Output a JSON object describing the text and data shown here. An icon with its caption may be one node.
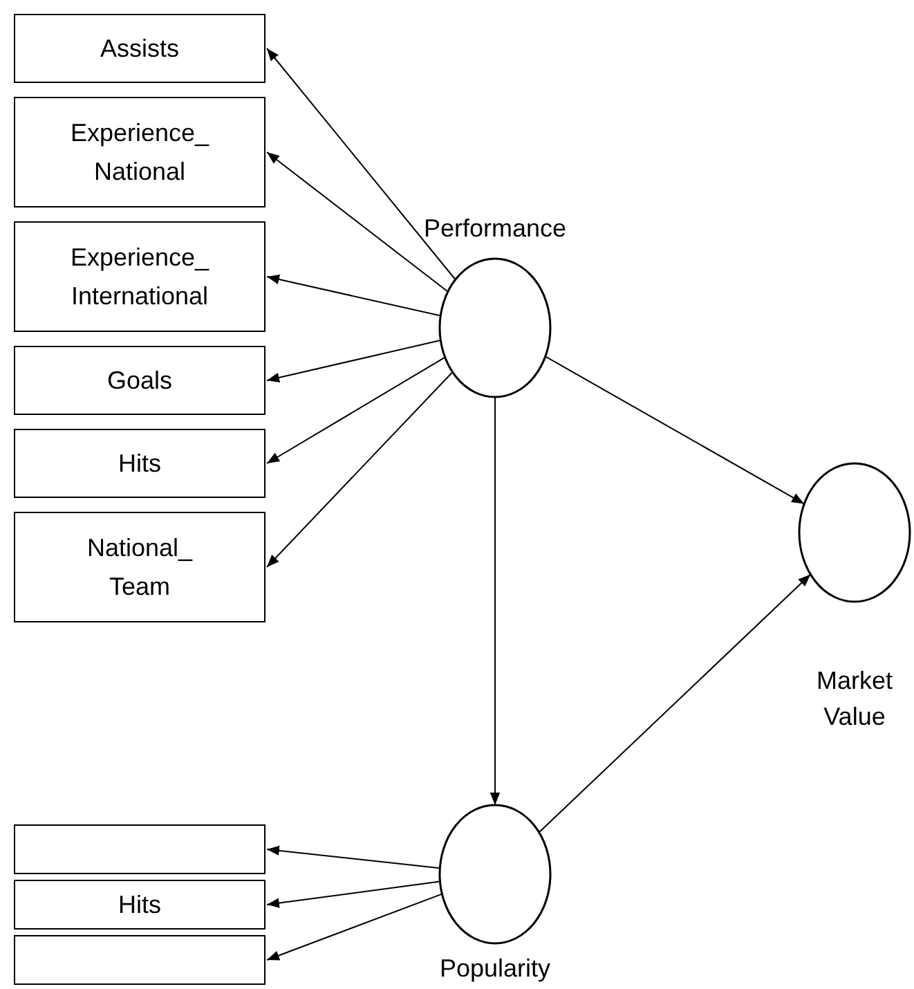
{
  "diagram": {
    "nodes": [
      {
        "text": [
          "Assists"
        ]
      },
      {
        "text": [
          "Experience_ National"
        ]
      },
      {
        "text": [
          "Experience_ International"
        ]
      },
      {
        "text": [
          "Goals"
        ]
      },
      {
        "text": [
          "Hits"
        ]
      },
      {
        "text": [
          "National_ Team"
        ]
      },
      {
        "text": [
          "Performance"
        ]
      },
      {
        "text": [
          "Market Value"
        ]
      },
      {
        "text": [],
        "shape": "box"
      },
      {
        "text": [
          "Hits"
        ]
      },
      {
        "text": [],
        "shape": "box"
      },
      {
        "text": [
          "Popularity"
        ]
      }
    ],
    "edges": [
      {
        "from": 6,
        "to": 0,
        "arrow": "to"
      },
      {
        "from": 6,
        "to": 1,
        "arrow": "to"
      },
      {
        "from": 6,
        "to": 2,
        "arrow": "to"
      },
      {
        "from": 6,
        "to": 3,
        "arrow": "to"
      },
      {
        "from": 6,
        "to": 4,
        "arrow": "to"
      },
      {
        "from": 6,
        "to": 5,
        "arrow": "to"
      },
      {
        "from": 6,
        "to": 7,
        "arrow": "to"
      },
      {
        "from": 6,
        "to": 11,
        "arrow": "to"
      },
      {
        "from": 11,
        "to": 7,
        "arrow": "to"
      },
      {
        "from": 11,
        "to": 8,
        "arrow": "to"
      },
      {
        "from": 11,
        "to": 9,
        "arrow": "to"
      },
      {
        "from": 11,
        "to": 10,
        "arrow": "to"
      }
    ]
  }
}
